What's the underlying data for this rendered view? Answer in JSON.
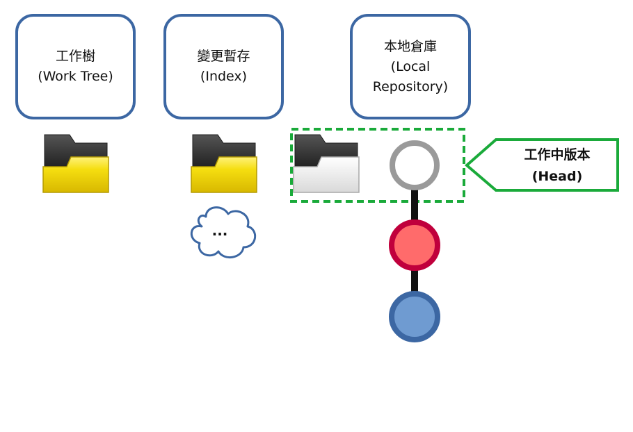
{
  "stages": [
    {
      "title": "工作樹",
      "subtitle": "(Work Tree)"
    },
    {
      "title": "變更暫存",
      "subtitle": "(Index)"
    },
    {
      "title": "本地倉庫",
      "subtitle_lines": [
        "(Local",
        "Repository)"
      ]
    }
  ],
  "index_cloud_text": "...",
  "head_callout": {
    "title": "工作中版本",
    "subtitle": "(Head)"
  },
  "commits": [
    {
      "fill": "#ffffff",
      "stroke": "#9a9a9a"
    },
    {
      "fill": "#ff6b6b",
      "stroke": "#c0003c"
    },
    {
      "fill": "#6f9bd1",
      "stroke": "#3c67a3"
    }
  ],
  "colors": {
    "box_border": "#3c67a3",
    "folder_yellow": "#f2d800",
    "folder_white": "#efefef",
    "head_border": "#1aaa3a"
  }
}
